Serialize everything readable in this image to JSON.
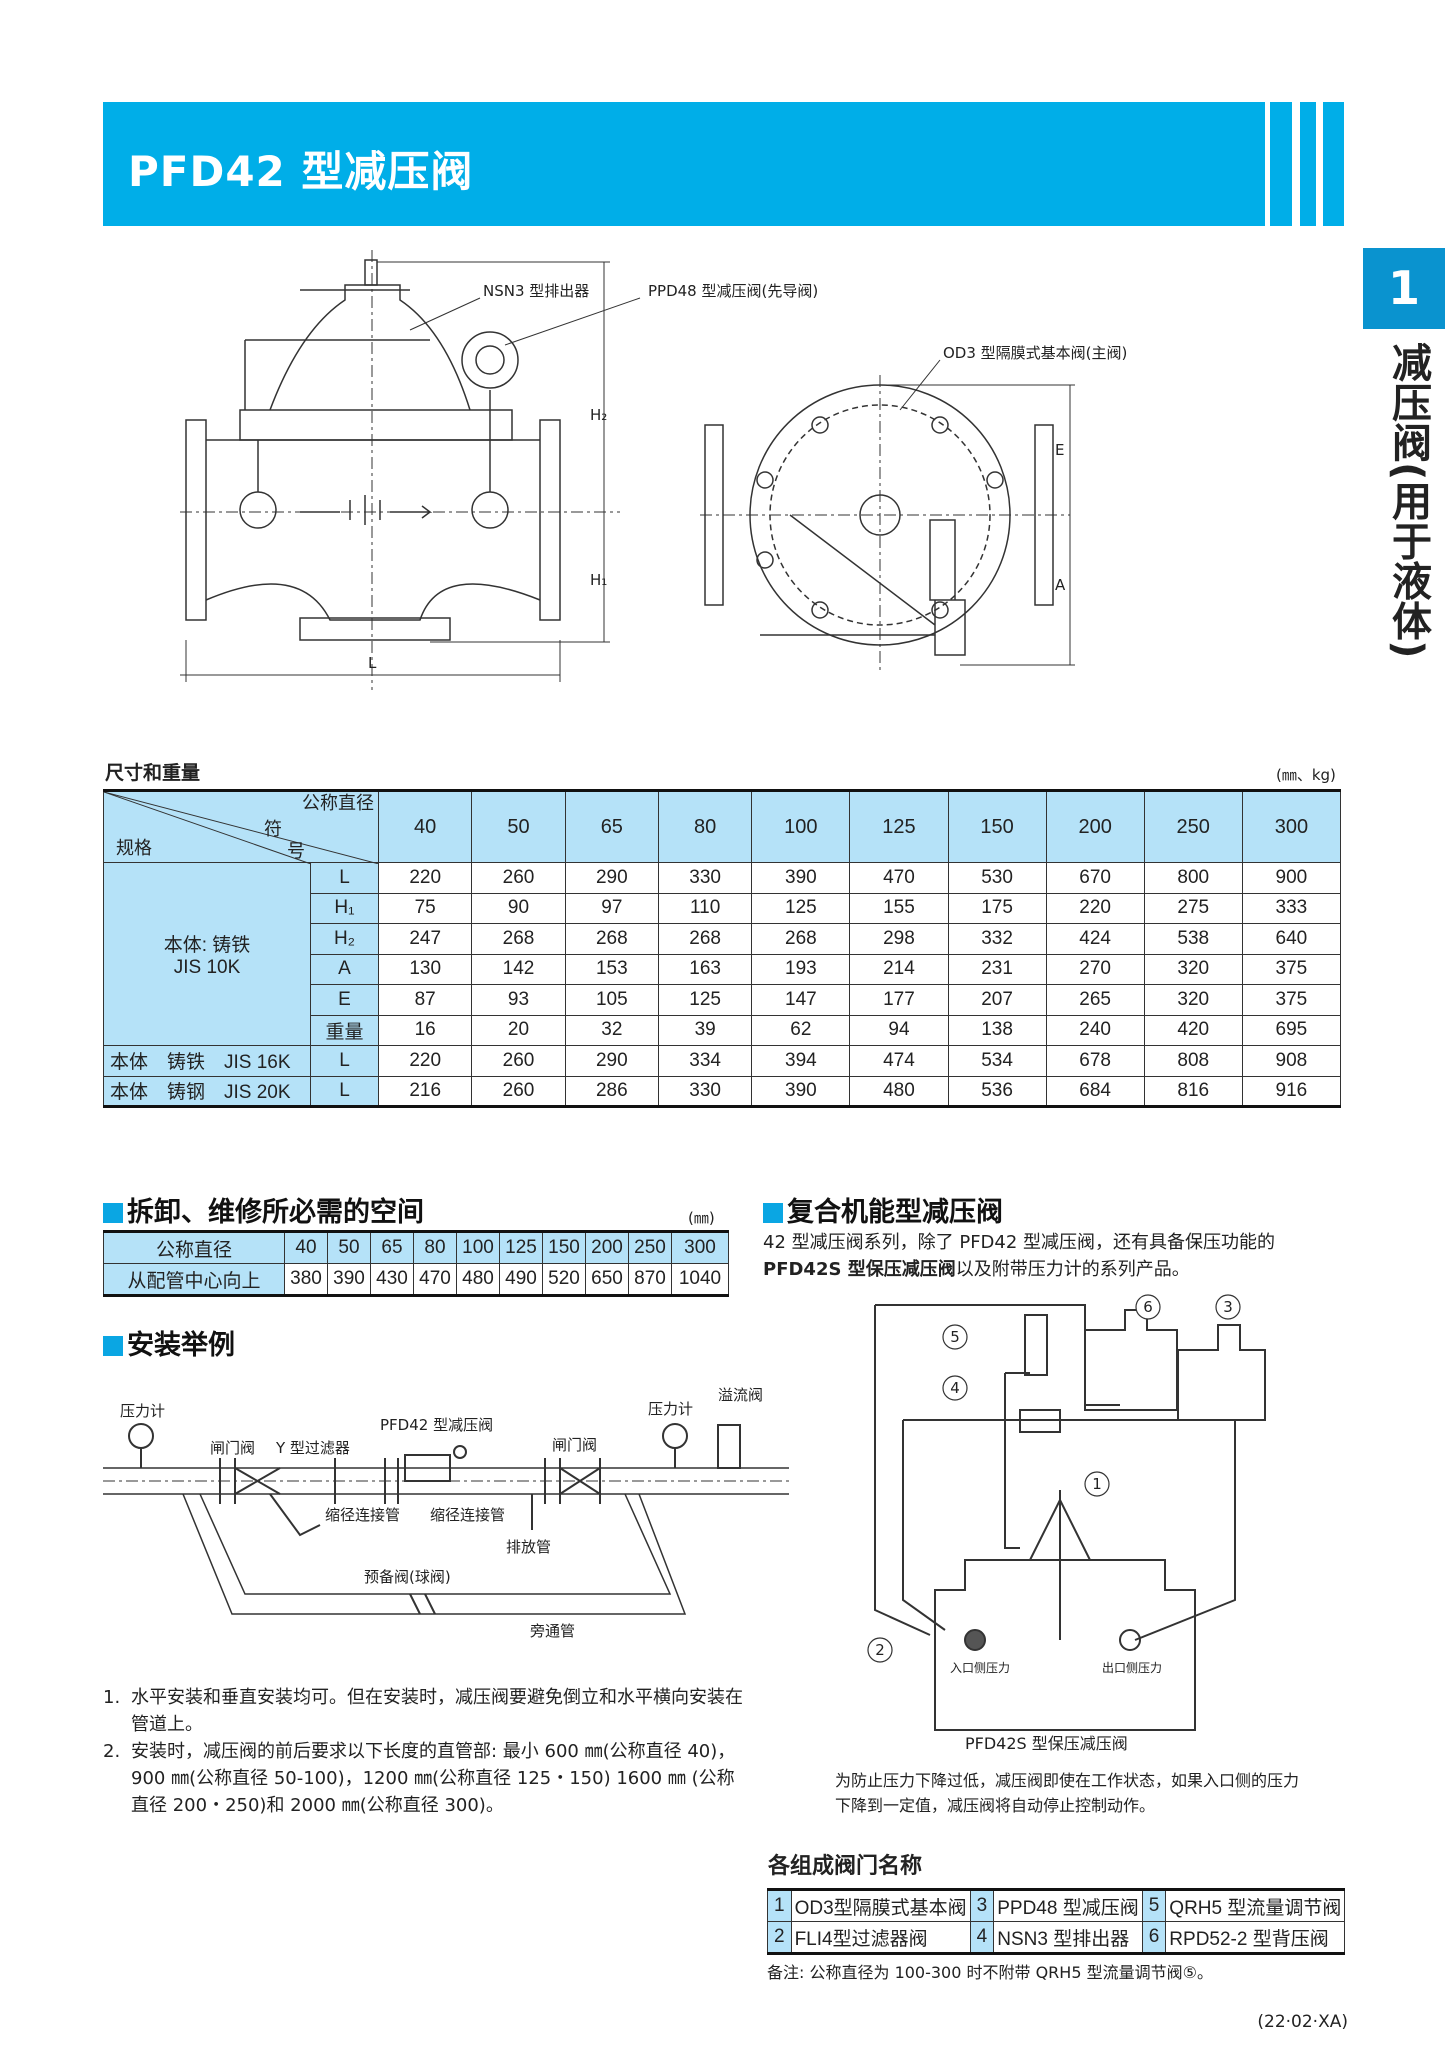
{
  "header": {
    "title": "PFD42 型减压阀",
    "section_number": "1",
    "section_title": "减压阀(用于液体)"
  },
  "drawing": {
    "labels": {
      "nsn3": "NSN3 型排出器",
      "ppd48": "PPD48 型减压阀(先导阀)",
      "od3": "OD3 型隔膜式基本阀(主阀)",
      "h2": "H₂",
      "h1": "H₁",
      "l": "L",
      "e": "E",
      "a": "A"
    }
  },
  "dimensions": {
    "title": "尺寸和重量",
    "unit": "(㎜、kg)",
    "header": {
      "nominal": "公称直径",
      "symbol_a": "符",
      "symbol_b": "号",
      "spec": "规格"
    },
    "diameters": [
      "40",
      "50",
      "65",
      "80",
      "100",
      "125",
      "150",
      "200",
      "250",
      "300"
    ],
    "group1_label_a": "本体: 铸铁",
    "group1_label_b": "JIS 10K",
    "rows": [
      {
        "spec": "",
        "symbol": "L",
        "values": [
          "220",
          "260",
          "290",
          "330",
          "390",
          "470",
          "530",
          "670",
          "800",
          "900"
        ]
      },
      {
        "spec": "",
        "symbol": "H₁",
        "values": [
          "75",
          "90",
          "97",
          "110",
          "125",
          "155",
          "175",
          "220",
          "275",
          "333"
        ]
      },
      {
        "spec": "",
        "symbol": "H₂",
        "values": [
          "247",
          "268",
          "268",
          "268",
          "268",
          "298",
          "332",
          "424",
          "538",
          "640"
        ]
      },
      {
        "spec": "",
        "symbol": "A",
        "values": [
          "130",
          "142",
          "153",
          "163",
          "193",
          "214",
          "231",
          "270",
          "320",
          "375"
        ]
      },
      {
        "spec": "",
        "symbol": "E",
        "values": [
          "87",
          "93",
          "105",
          "125",
          "147",
          "177",
          "207",
          "265",
          "320",
          "375"
        ]
      },
      {
        "spec": "",
        "symbol": "重量",
        "values": [
          "16",
          "20",
          "32",
          "39",
          "62",
          "94",
          "138",
          "240",
          "420",
          "695"
        ]
      },
      {
        "spec": "本体　铸铁　JIS 16K",
        "symbol": "L",
        "values": [
          "220",
          "260",
          "290",
          "334",
          "394",
          "474",
          "534",
          "678",
          "808",
          "908"
        ]
      },
      {
        "spec": "本体　铸钢　JIS 20K",
        "symbol": "L",
        "values": [
          "216",
          "260",
          "286",
          "330",
          "390",
          "480",
          "536",
          "684",
          "816",
          "916"
        ]
      }
    ]
  },
  "removal": {
    "title": "拆卸、维修所必需的空间",
    "unit": "(㎜)",
    "row1_label": "公称直径",
    "row2_label": "从配管中心向上",
    "diameters": [
      "40",
      "50",
      "65",
      "80",
      "100",
      "125",
      "150",
      "200",
      "250",
      "300"
    ],
    "values": [
      "380",
      "390",
      "430",
      "470",
      "480",
      "490",
      "520",
      "650",
      "870",
      "1040"
    ]
  },
  "install": {
    "title": "安装举例",
    "labels": {
      "gauge1": "压力计",
      "gate1": "闸门阀",
      "ystrainer": "Y 型过滤器",
      "valve": "PFD42 型减压阀",
      "gate2": "闸门阀",
      "gauge2": "压力计",
      "relief": "溢流阀",
      "reducer1": "缩径连接管",
      "reducer2": "缩径连接管",
      "drain": "排放管",
      "spare": "预备阀(球阀)",
      "bypass": "旁通管"
    },
    "notes": [
      {
        "num": "1.",
        "text": "水平安装和垂直安装均可。但在安装时，减压阀要避免倒立和水平横向安装在管道上。"
      },
      {
        "num": "2.",
        "text": "安装时，减压阀的前后要求以下长度的直管部: 最小 600 ㎜(公称直径 40)，900 ㎜(公称直径 50-100)，1200 ㎜(公称直径 125・150) 1600 ㎜ (公称直径 200・250)和 2000 ㎜(公称直径 300)。"
      }
    ]
  },
  "composite": {
    "title": "复合机能型减压阀",
    "intro_a": "42 型减压阀系列，除了 PFD42 型减压阀，还有具备保压功能的",
    "intro_bold": "PFD42S 型保压减压阀",
    "intro_b": "以及附带压力计的系列产品。",
    "diagram": {
      "inlet": "入口侧压力",
      "outlet": "出口侧压力",
      "markers": [
        "1",
        "2",
        "3",
        "4",
        "5",
        "6"
      ]
    },
    "caption": "PFD42S 型保压减压阀",
    "description": "为防止压力下降过低，减压阀即使在工作状态，如果入口侧的压力下降到一定值，减压阀将自动停止控制动作。"
  },
  "components": {
    "title": "各组成阀门名称",
    "items": [
      {
        "num": "1",
        "name": "OD3型隔膜式基本阀"
      },
      {
        "num": "3",
        "name": "PPD48 型减压阀"
      },
      {
        "num": "5",
        "name": "QRH5 型流量调节阀"
      },
      {
        "num": "2",
        "name": "FLI4型过滤器阀"
      },
      {
        "num": "4",
        "name": "NSN3 型排出器"
      },
      {
        "num": "6",
        "name": "RPD52-2 型背压阀"
      }
    ],
    "note": "备注: 公称直径为 100-300 时不附带 QRH5 型流量调节阀⑤。"
  },
  "footer": {
    "code": "(22·02·XA)"
  },
  "colors": {
    "accent": "#00aee8",
    "table_header": "#b5e2f8",
    "side_tab": "#0a93cf"
  }
}
